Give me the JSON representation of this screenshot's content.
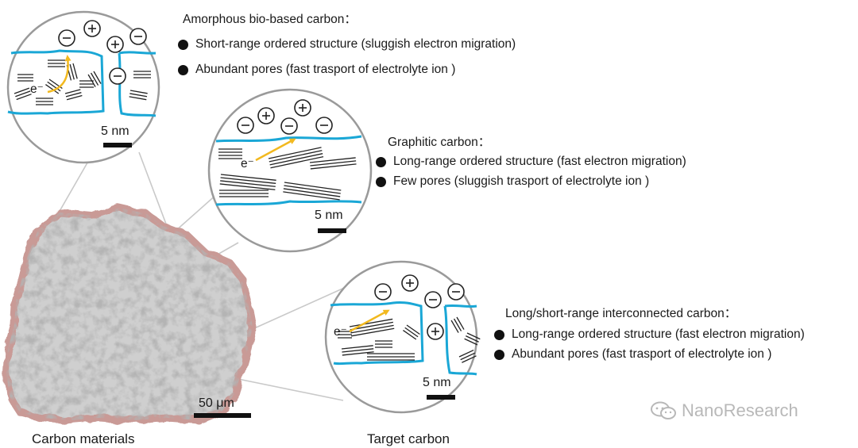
{
  "colors": {
    "pore_line": "#1aa7d6",
    "electron_arrow": "#f2b91f",
    "particle_border": "#c99a96",
    "circle_outline": "#9a9a9a",
    "text": "#1a1a1a",
    "watermark": "#b8b8b8"
  },
  "panels": {
    "amorphous": {
      "title": "Amorphous bio-based carbon：",
      "bullets": [
        "Short-range ordered structure (sluggish electron migration)",
        "Abundant pores (fast trasport of electrolyte ion )"
      ],
      "scale": "5 nm",
      "electron": "e⁻"
    },
    "graphitic": {
      "title": "Graphitic carbon：",
      "bullets": [
        "Long-range ordered structure (fast electron migration)",
        "Few pores (sluggish trasport of electrolyte ion )"
      ],
      "scale": "5 nm",
      "electron": "e⁻"
    },
    "interconnected": {
      "title": "Long/short-range interconnected carbon：",
      "bullets": [
        "Long-range ordered structure (fast electron migration)",
        "Abundant pores (fast trasport of electrolyte ion )"
      ],
      "scale": "5 nm",
      "electron": "e⁻"
    }
  },
  "particle": {
    "scale": "50 μm"
  },
  "captions": {
    "left": "Carbon materials",
    "right": "Target carbon"
  },
  "watermark": {
    "text": "NanoResearch",
    "icon": "wechat-icon"
  }
}
